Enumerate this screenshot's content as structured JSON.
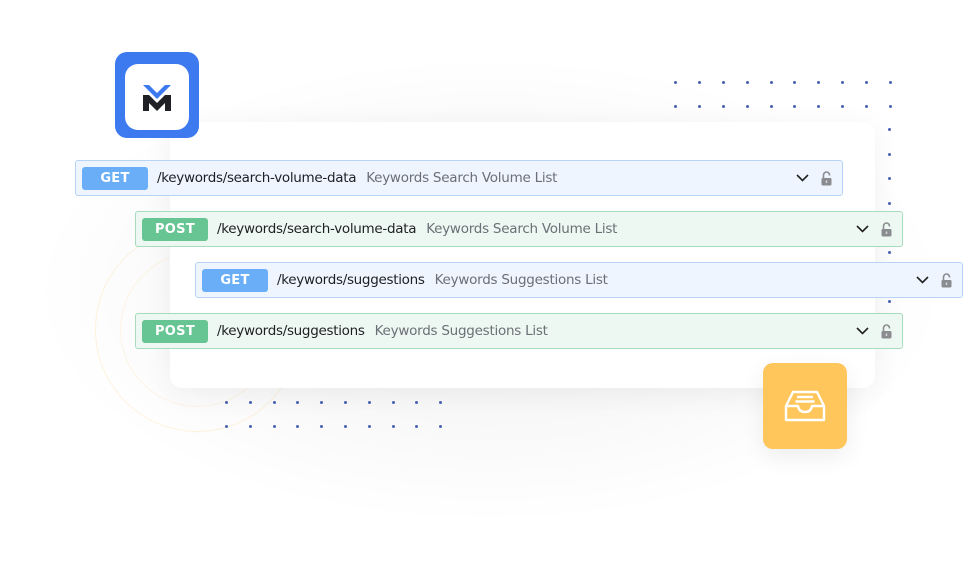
{
  "colors": {
    "brand_blue": "#3d7af0",
    "get_badge": "#6aaef7",
    "post_badge": "#67c593",
    "get_row_bg": "#eef5fe",
    "post_row_bg": "#eef8f2",
    "inbox_tile": "#ffc65c",
    "dot": "#4a62b5"
  },
  "logo": {
    "icon": "m-chevron-logo-icon"
  },
  "inbox_tile": {
    "icon": "inbox-tray-icon"
  },
  "endpoints": [
    {
      "method": "GET",
      "path": "/keywords/search-volume-data",
      "description": "Keywords Search Volume List",
      "expand_icon": "chevron-down-icon",
      "lock_icon": "unlocked-padlock-icon"
    },
    {
      "method": "POST",
      "path": "/keywords/search-volume-data",
      "description": "Keywords Search Volume List",
      "expand_icon": "chevron-down-icon",
      "lock_icon": "unlocked-padlock-icon"
    },
    {
      "method": "GET",
      "path": "/keywords/suggestions",
      "description": "Keywords Suggestions List",
      "expand_icon": "chevron-down-icon",
      "lock_icon": "unlocked-padlock-icon"
    },
    {
      "method": "POST",
      "path": "/keywords/suggestions",
      "description": "Keywords Suggestions List",
      "expand_icon": "chevron-down-icon",
      "lock_icon": "unlocked-padlock-icon"
    }
  ]
}
